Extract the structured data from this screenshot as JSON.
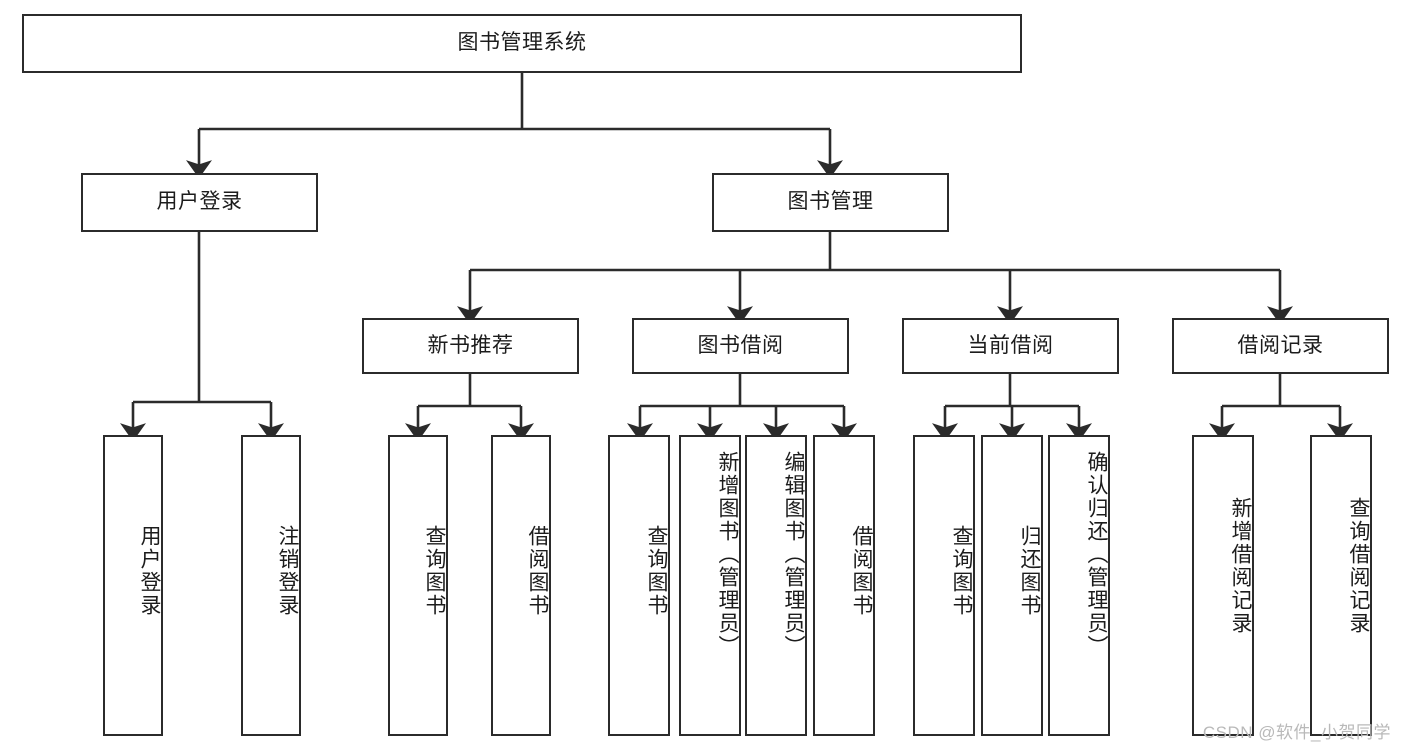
{
  "diagram": {
    "title": "图书管理系统",
    "type": "function-structure-tree",
    "stroke_color": "#2b2b2b",
    "background_color": "#ffffff",
    "text_color": "#1c1c1c",
    "watermark": "CSDN @软件_小贺同学",
    "watermark_color": "#b9b9b9",
    "levels": {
      "level1": "root",
      "level2": "modules",
      "level3": "submodules",
      "level4": "operations"
    },
    "nodes": {
      "root": {
        "label": "图书管理系统"
      },
      "user_login": {
        "label": "用户登录"
      },
      "book_manage": {
        "label": "图书管理"
      },
      "new_book_recommend": {
        "label": "新书推荐"
      },
      "book_borrow": {
        "label": "图书借阅"
      },
      "current_borrow": {
        "label": "当前借阅"
      },
      "borrow_record": {
        "label": "借阅记录"
      },
      "leaf_user_login": {
        "label": "用户登录"
      },
      "leaf_user_logout": {
        "label": "注销登录"
      },
      "leaf_query_book_1": {
        "label": "查询图书"
      },
      "leaf_borrow_book_1": {
        "label": "借阅图书"
      },
      "leaf_query_book_2": {
        "label": "查询图书"
      },
      "leaf_add_book_admin": {
        "label": "新增图书（管理员）"
      },
      "leaf_edit_book_admin": {
        "label": "编辑图书（管理员）"
      },
      "leaf_borrow_book_2": {
        "label": "借阅图书"
      },
      "leaf_query_book_3": {
        "label": "查询图书"
      },
      "leaf_return_book": {
        "label": "归还图书"
      },
      "leaf_confirm_return_admin": {
        "label": "确认归还（管理员）"
      },
      "leaf_add_borrow_record": {
        "label": "新增借阅记录"
      },
      "leaf_query_borrow_record": {
        "label": "查询借阅记录"
      }
    }
  }
}
